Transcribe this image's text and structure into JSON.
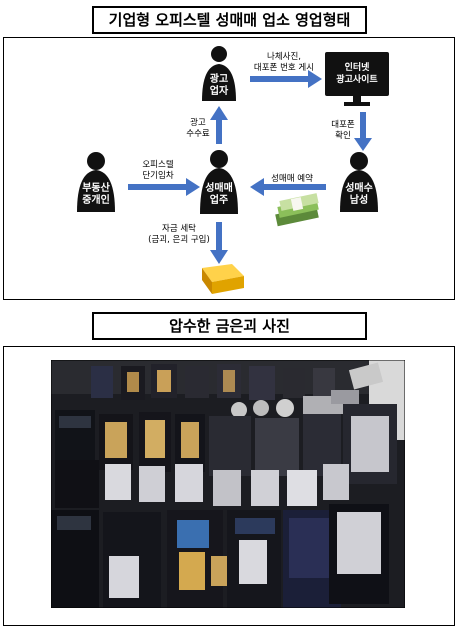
{
  "diagram": {
    "title": "기업형 오피스텔 성매매 업소 영업형태",
    "nodes": {
      "ad_agent": "광고\n업자",
      "internet": "인터넷\n광고사이트",
      "owner": "성매매\n업주",
      "broker": "부동산\n중개인",
      "customer": "성매수\n남성"
    },
    "edges": {
      "ad_to_internet": "나체사진,\n대포폰 번호 게시",
      "internet_to_customer": "대포폰\n확인",
      "owner_to_ad": "광고\n수수료",
      "broker_to_owner": "오피스텔\n단기임차",
      "customer_to_owner": "성매매 예약",
      "owner_to_gold": "자금 세탁\n(금괴, 은괴 구입)"
    },
    "icons": [
      "person-icon",
      "monitor-icon",
      "cash-icon",
      "gold-bar-icon"
    ]
  },
  "photo_section": {
    "title": "압수한 금은괴 사진",
    "photo_caption": "",
    "items": [
      "gold-bars",
      "silver-bars",
      "cases"
    ]
  },
  "colors": {
    "arrow": "#4472c4",
    "person": "#111111",
    "gold": "#f2a900"
  }
}
